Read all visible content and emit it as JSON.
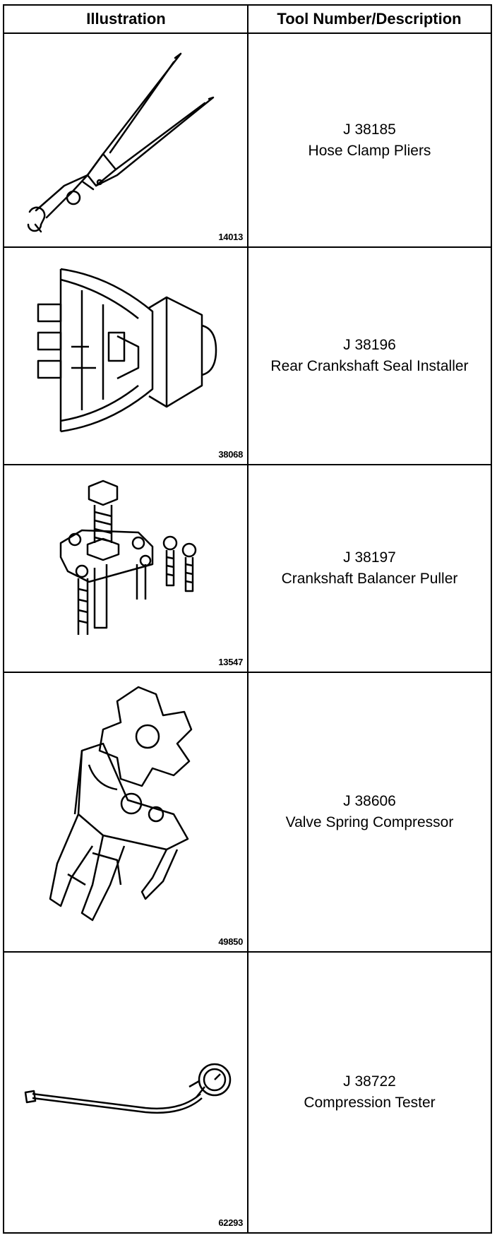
{
  "header": {
    "illustration": "Illustration",
    "tool": "Tool Number/Description"
  },
  "rows": [
    {
      "figure": "14013",
      "number": "J 38185",
      "description": "Hose Clamp Pliers",
      "icon": "hose-clamp-pliers-icon"
    },
    {
      "figure": "38068",
      "number": "J 38196",
      "description": "Rear Crankshaft Seal Installer",
      "icon": "crankshaft-seal-installer-icon"
    },
    {
      "figure": "13547",
      "number": "J 38197",
      "description": "Crankshaft Balancer Puller",
      "icon": "balancer-puller-icon"
    },
    {
      "figure": "49850",
      "number": "J 38606",
      "description": "Valve Spring Compressor",
      "icon": "valve-spring-compressor-icon"
    },
    {
      "figure": "62293",
      "number": "J 38722",
      "description": "Compression Tester",
      "icon": "compression-tester-icon"
    }
  ]
}
